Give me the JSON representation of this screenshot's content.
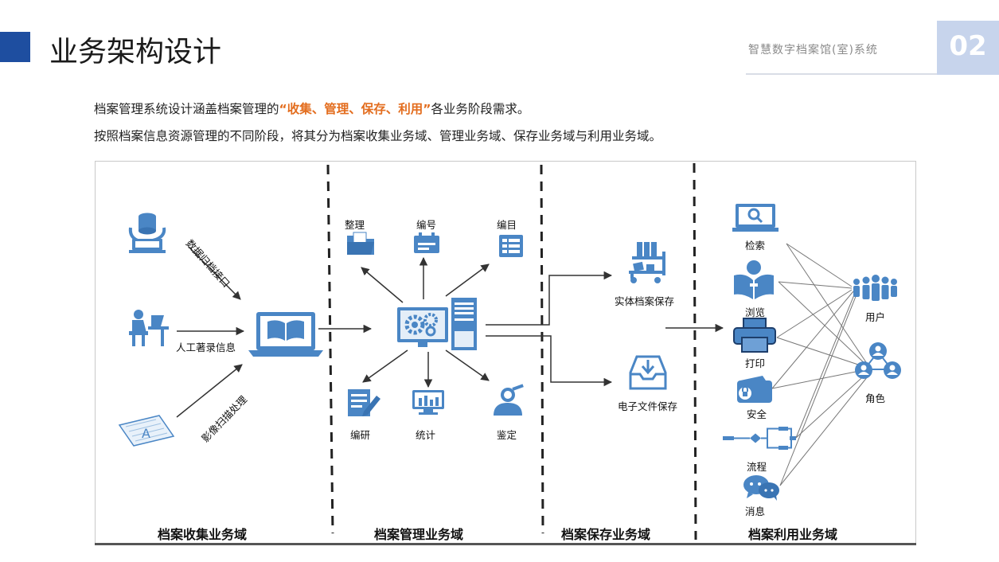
{
  "header": {
    "title": "业务架构设计",
    "system_name": "智慧数字档案馆(室)系统",
    "page_number": "02"
  },
  "intro": {
    "line1_prefix": "档案管理系统设计涵盖档案管理的",
    "line1_highlight": "“收集、管理、保存、利用”",
    "line1_suffix": "各业务阶段需求。",
    "line2": "按照档案信息资源管理的不同阶段，将其分为档案收集业务域、管理业务域、保存业务域与利用业务域。"
  },
  "colors": {
    "accent_blue": "#1e4ea0",
    "icon_blue": "#4a86c5",
    "highlight_orange": "#e36d1e",
    "page_number_bg": "#c7d4ec"
  },
  "diagram": {
    "collection": {
      "zone_label": "档案收集业务域",
      "data_interface": "数据归档接口",
      "manual_entry": "人工著录信息",
      "image_scan": "影像扫描处理"
    },
    "management": {
      "zone_label": "档案管理业务域",
      "organize": "整理",
      "numbering": "编号",
      "catalog": "编目",
      "compile": "编研",
      "statistics": "统计",
      "appraisal": "鉴定"
    },
    "preservation": {
      "zone_label": "档案保存业务域",
      "physical": "实体档案保存",
      "electronic": "电子文件保存"
    },
    "utilization": {
      "zone_label": "档案利用业务域",
      "search": "检索",
      "browse": "浏览",
      "print": "打印",
      "security": "安全",
      "workflow": "流程",
      "message": "消息",
      "users": "用户",
      "roles": "角色"
    }
  },
  "icons": [
    "database-sync-icon",
    "person-at-desk-icon",
    "scan-document-icon",
    "laptop-book-icon",
    "folder-icon",
    "numbering-icon",
    "catalog-icon",
    "server-gears-icon",
    "compile-note-icon",
    "statistics-chart-icon",
    "appraisal-person-icon",
    "shelving-cart-icon",
    "inbox-tray-icon",
    "search-monitor-icon",
    "reading-person-icon",
    "printer-icon",
    "security-wallet-icon",
    "workflow-icon",
    "chat-bubbles-icon",
    "user-group-icon",
    "role-network-icon"
  ]
}
